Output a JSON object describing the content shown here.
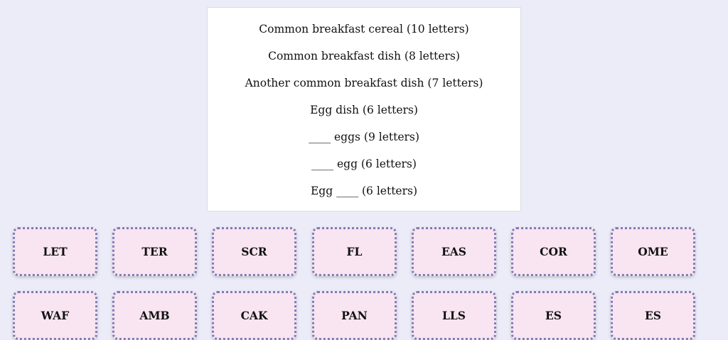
{
  "clues": [
    "Common breakfast cereal (10 letters)",
    "Common breakfast dish (8 letters)",
    "Another common breakfast dish (7 letters)",
    "Egg dish (6 letters)",
    "____ eggs (9 letters)",
    "____ egg (6 letters)",
    "Egg ____ (6 letters)"
  ],
  "tiles": {
    "row1": [
      "LET",
      "TER",
      "SCR",
      "FL",
      "EAS",
      "COR",
      "OME"
    ],
    "row2": [
      "WAF",
      "AMB",
      "CAK",
      "PAN",
      "LLS",
      "ES",
      "ES"
    ]
  },
  "colors": {
    "background": "#ececf8",
    "panel": "#ffffff",
    "tile_fill": "#f8e5f1",
    "tile_border": "#7f7db6"
  }
}
